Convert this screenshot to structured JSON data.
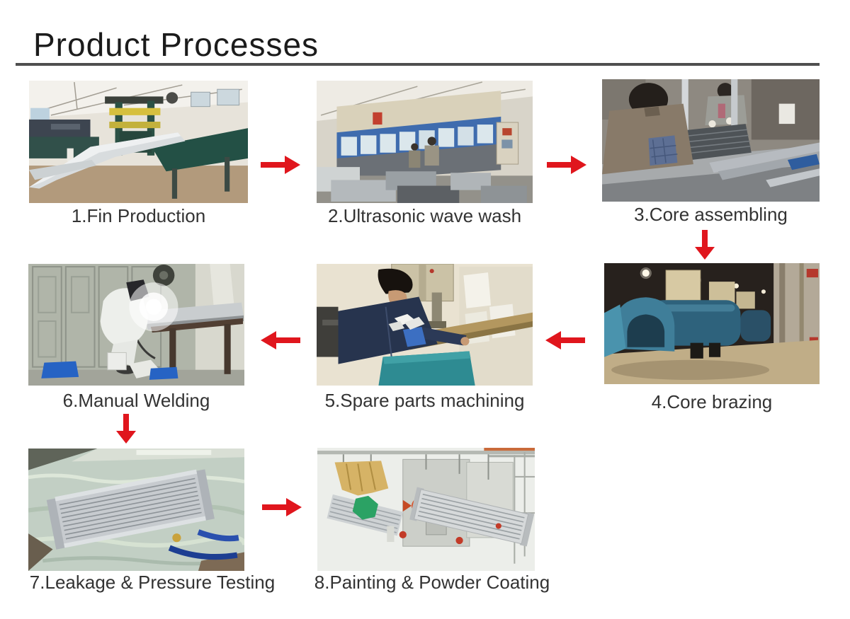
{
  "page": {
    "title": "Product Processes"
  },
  "colors": {
    "arrow_red": "#e0161d",
    "title_text": "#1b1b1b",
    "caption_text": "#333333",
    "title_underline": "#4f4f4f"
  },
  "steps": [
    {
      "num": 1,
      "label": "1.Fin Production",
      "photo": "fin-production"
    },
    {
      "num": 2,
      "label": "2.Ultrasonic wave wash",
      "photo": "ultrasonic-wave-wash"
    },
    {
      "num": 3,
      "label": "3.Core assembling",
      "photo": "core-assembling"
    },
    {
      "num": 4,
      "label": "4.Core brazing",
      "photo": "core-brazing"
    },
    {
      "num": 5,
      "label": "5.Spare parts machining",
      "photo": "spare-parts-machining"
    },
    {
      "num": 6,
      "label": "6.Manual Welding",
      "photo": "manual-welding"
    },
    {
      "num": 7,
      "label": "7.Leakage & Pressure Testing",
      "photo": "leakage-pressure-testing"
    },
    {
      "num": 8,
      "label": "8.Painting & Powder Coating",
      "photo": "painting-powder-coating"
    }
  ],
  "arrows": [
    {
      "from": 1,
      "to": 2,
      "direction": "right"
    },
    {
      "from": 2,
      "to": 3,
      "direction": "right"
    },
    {
      "from": 3,
      "to": 4,
      "direction": "down"
    },
    {
      "from": 4,
      "to": 5,
      "direction": "left"
    },
    {
      "from": 5,
      "to": 6,
      "direction": "left"
    },
    {
      "from": 6,
      "to": 7,
      "direction": "down"
    },
    {
      "from": 7,
      "to": 8,
      "direction": "right"
    }
  ]
}
